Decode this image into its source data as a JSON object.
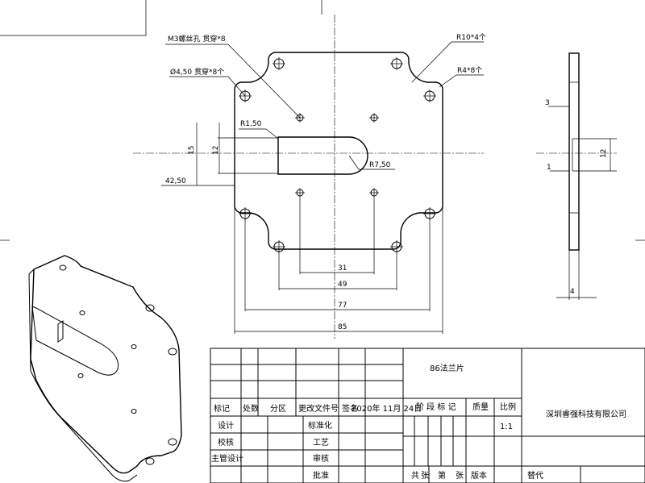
{
  "annotations": {
    "m3_hole": "M3螺丝孔 贯穿*8",
    "dia_hole": "Ø4,50 贯穿*8个",
    "r10": "R10*4个",
    "r4": "R4*8个",
    "r150": "R1,50",
    "r750": "R7,50"
  },
  "dimensions": {
    "d15": "15",
    "d12_left": "12",
    "d4250": "42,50",
    "d31": "31",
    "d49": "49",
    "d77": "77",
    "d85": "85",
    "side_3": "3",
    "side_1": "1",
    "side_12": "12",
    "side_4": "4"
  },
  "title_block": {
    "part_name": "86法兰片",
    "company": "深圳睿强科技有限公司",
    "scale_value": "1:1",
    "headers": {
      "mark": "标记",
      "count": "处数",
      "zone": "分区",
      "change_doc": "更改文件号",
      "signature": "签名",
      "date": "2020年 11月 24日",
      "stage_mark": "阶 段 标 记",
      "weight": "质量",
      "scale": "比例"
    },
    "roles": {
      "design": "设计",
      "check": "校核",
      "chief": "主管设计",
      "standard": "标准化",
      "process": "工艺",
      "review": "审核",
      "approve": "批准"
    },
    "bottom": {
      "total": "共",
      "sheets": "张",
      "number": "第",
      "sheet": "张",
      "version": "版本",
      "replace": "替代"
    }
  }
}
